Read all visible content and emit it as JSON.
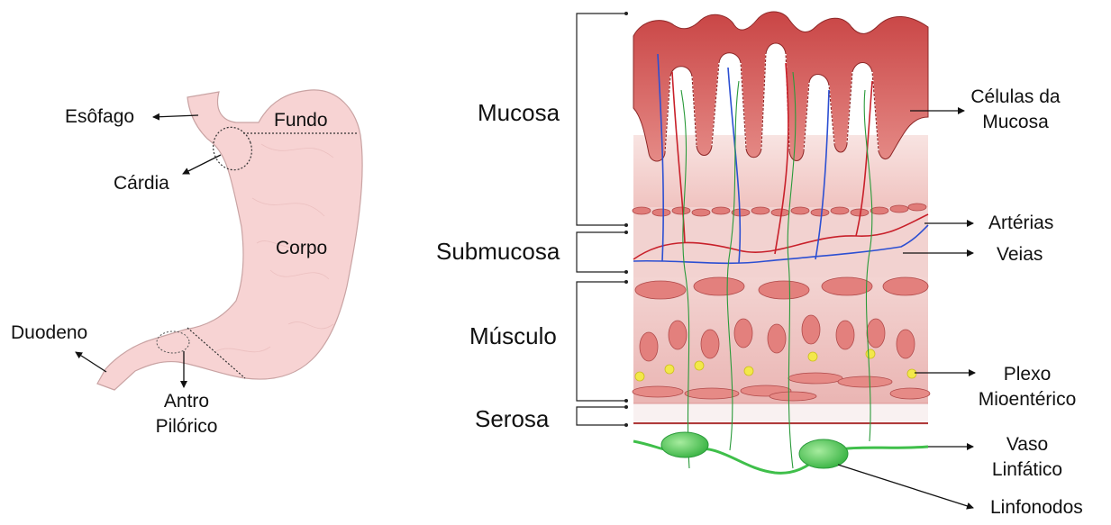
{
  "stomach": {
    "esofago": "Esôfago",
    "fundo": "Fundo",
    "cardia": "Cárdia",
    "corpo": "Corpo",
    "duodeno": "Duodeno",
    "antro_line1": "Antro",
    "antro_line2": "Pilórico"
  },
  "layers": {
    "mucosa": "Mucosa",
    "submucosa": "Submucosa",
    "musculo": "Músculo",
    "serosa": "Serosa"
  },
  "structures": {
    "celulas_line1": "Células da",
    "celulas_line2": "Mucosa",
    "arterias": "Artérias",
    "veias": "Veias",
    "plexo_line1": "Plexo",
    "plexo_line2": "Mioentérico",
    "vaso_line1": "Vaso",
    "vaso_line2": "Linfático",
    "linfonodos": "Linfonodos"
  },
  "colors": {
    "stomach_fill": "#f7d3d3",
    "mucosa_dark": "#c9494a",
    "mucosa_mid": "#dd7c7a",
    "tissue_bg": "#f3cfcd",
    "artery": "#c8202a",
    "vein": "#2c4fd2",
    "nerve": "#2a9a3a",
    "lymph": "#3fbf4a",
    "plexus": "#f3e84a"
  }
}
